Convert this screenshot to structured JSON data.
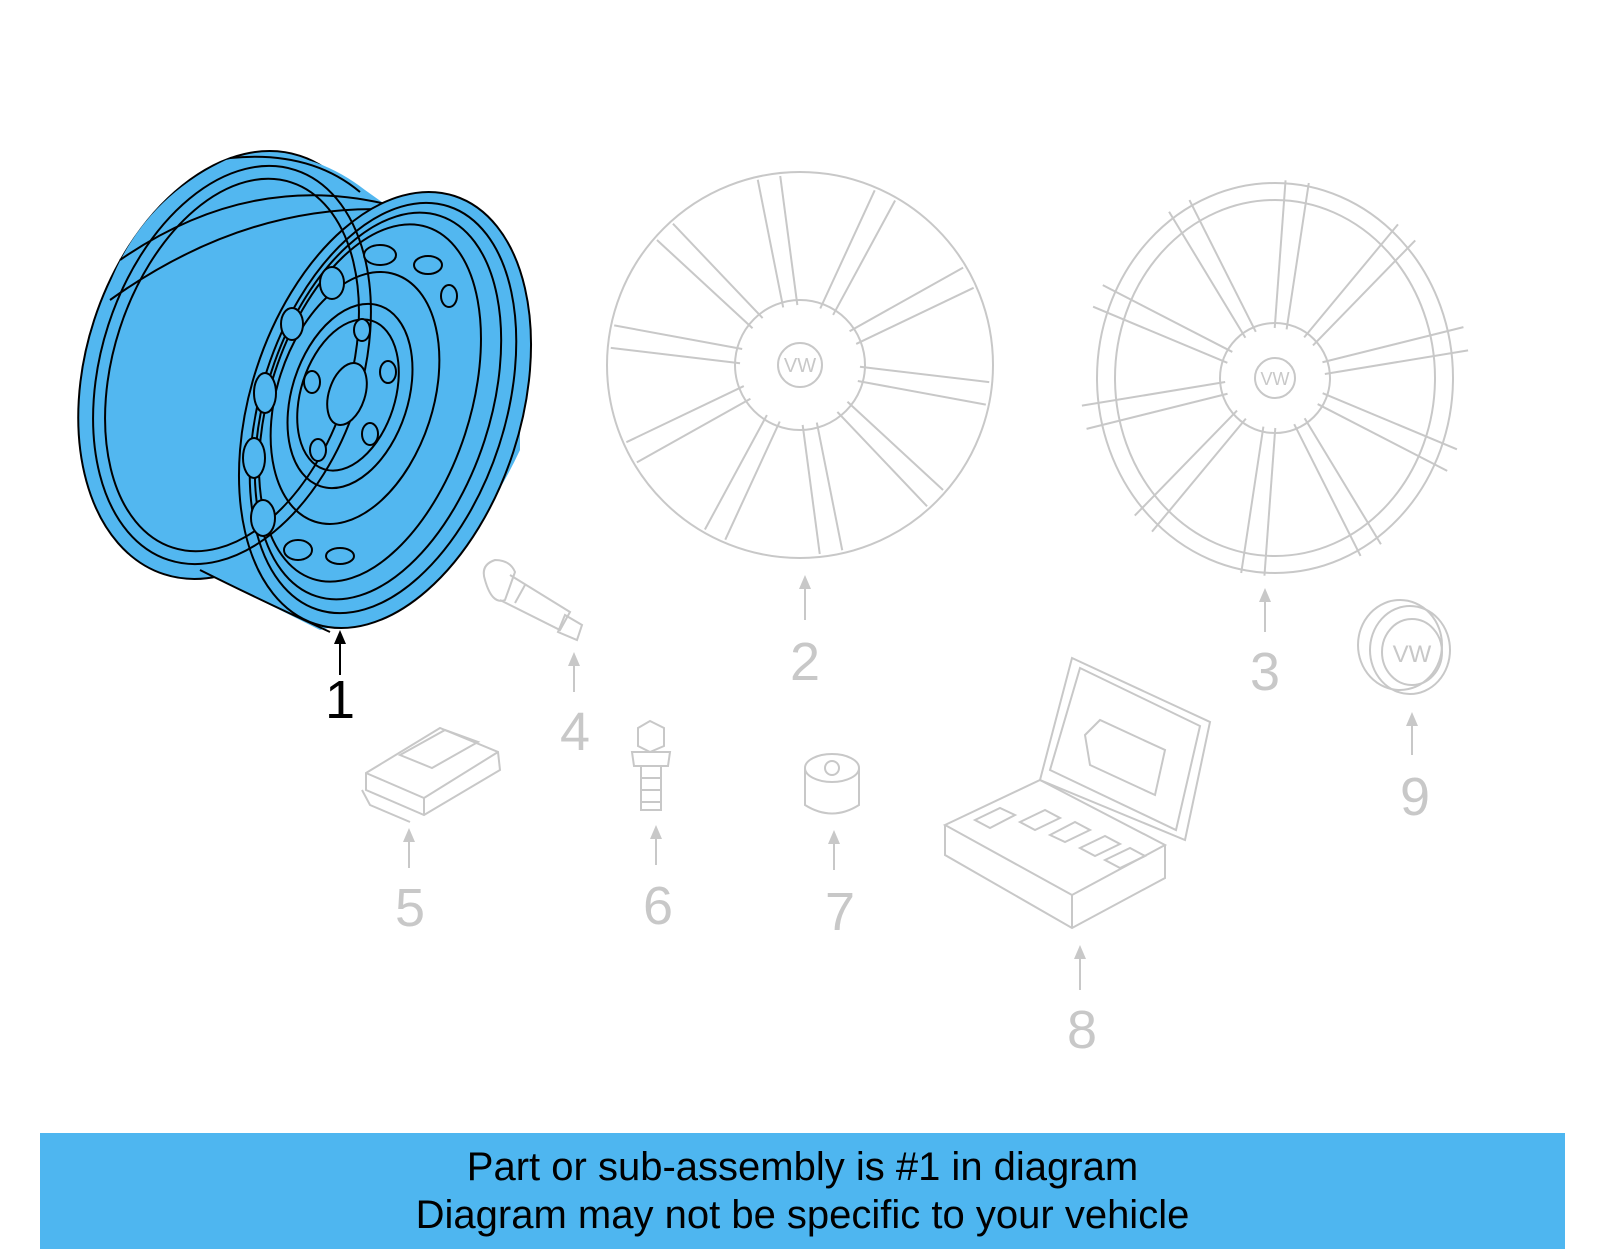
{
  "colors": {
    "highlight_fill": "#52b7f0",
    "highlight_stroke": "#000000",
    "ghost_stroke": "#c8c8c8",
    "ghost_text": "#c8c8c8",
    "banner": "#4eb6f0"
  },
  "parts": [
    {
      "num": "1",
      "name": "steel-wheel",
      "icon": "steel-wheel-icon",
      "highlighted": true
    },
    {
      "num": "2",
      "name": "alloy-wheel",
      "icon": "alloy-wheel-icon",
      "highlighted": false
    },
    {
      "num": "3",
      "name": "alloy-wheel-alt",
      "icon": "alloy-wheel-icon",
      "highlighted": false
    },
    {
      "num": "4",
      "name": "valve-stem",
      "icon": "valve-stem-icon",
      "highlighted": false
    },
    {
      "num": "5",
      "name": "tpms-sensor",
      "icon": "tpms-sensor-icon",
      "highlighted": false
    },
    {
      "num": "6",
      "name": "wheel-bolt",
      "icon": "wheel-bolt-icon",
      "highlighted": false
    },
    {
      "num": "7",
      "name": "lock-bolt-cap",
      "icon": "lock-cap-icon",
      "highlighted": false
    },
    {
      "num": "8",
      "name": "tool-case",
      "icon": "tool-case-icon",
      "highlighted": false
    },
    {
      "num": "9",
      "name": "center-cap",
      "icon": "center-cap-icon",
      "highlighted": false
    }
  ],
  "banner": {
    "line1": "Part or sub-assembly is #1 in diagram",
    "line2": "Diagram may not be specific to your vehicle"
  }
}
